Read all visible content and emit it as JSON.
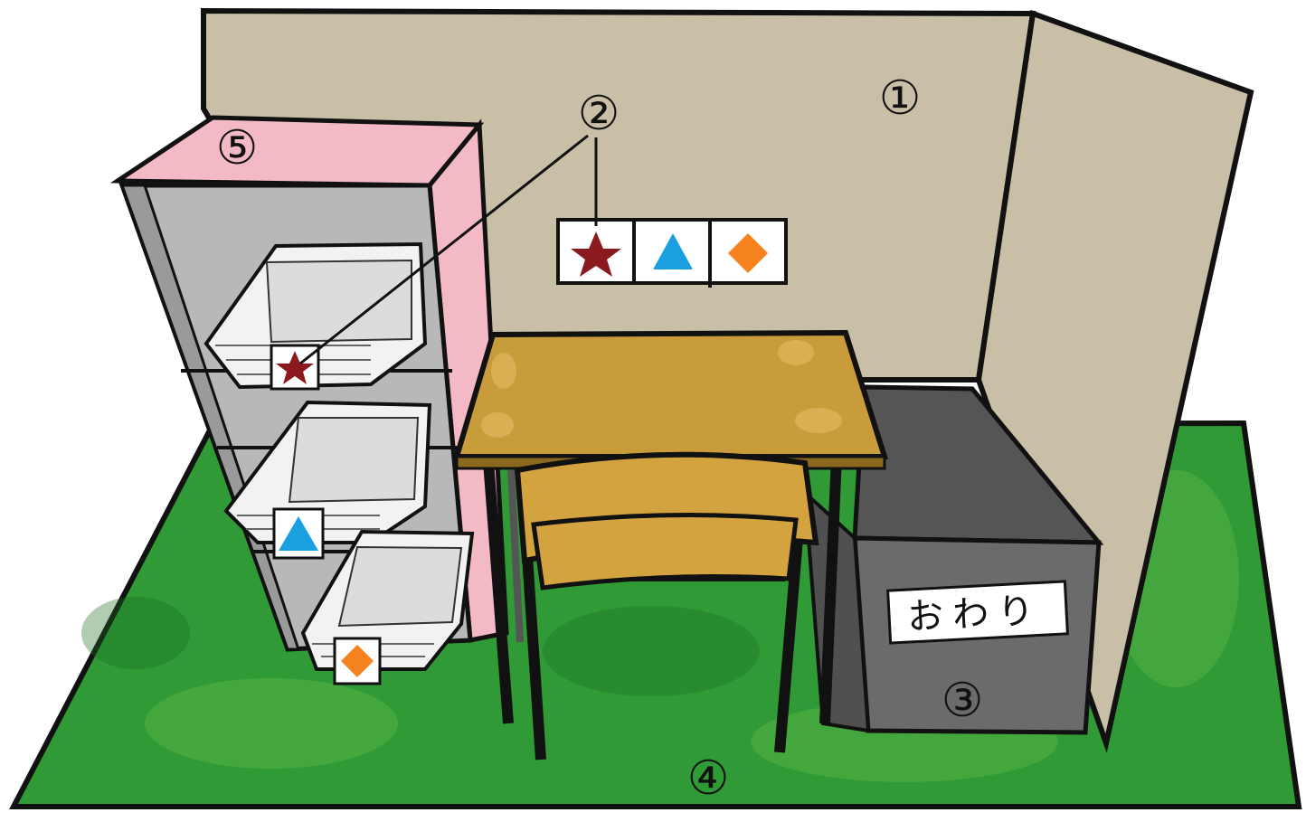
{
  "labels": {
    "partition": "①",
    "schedule_card": "②",
    "finish_box": "③",
    "floor_mat": "④",
    "shelf": "⑤"
  },
  "finish_box_text": "おわり",
  "schedule_cards": [
    {
      "shape": "star",
      "color": "#8b1a1f"
    },
    {
      "shape": "triangle",
      "color": "#1aa0e0"
    },
    {
      "shape": "diamond",
      "color": "#f5821f"
    }
  ],
  "baskets": [
    {
      "shape": "star",
      "color": "#8b1a1f"
    },
    {
      "shape": "triangle",
      "color": "#1aa0e0"
    },
    {
      "shape": "diamond",
      "color": "#f5821f"
    }
  ],
  "colors": {
    "wall": "#c9bfa7",
    "mat": "#2f9a36",
    "shelf_side": "#f3b9c5",
    "shelf_inner": "#b8b8b8",
    "desk_top": "#c89c3a",
    "chair": "#d3a33f",
    "bin": "#6b6b6b"
  }
}
